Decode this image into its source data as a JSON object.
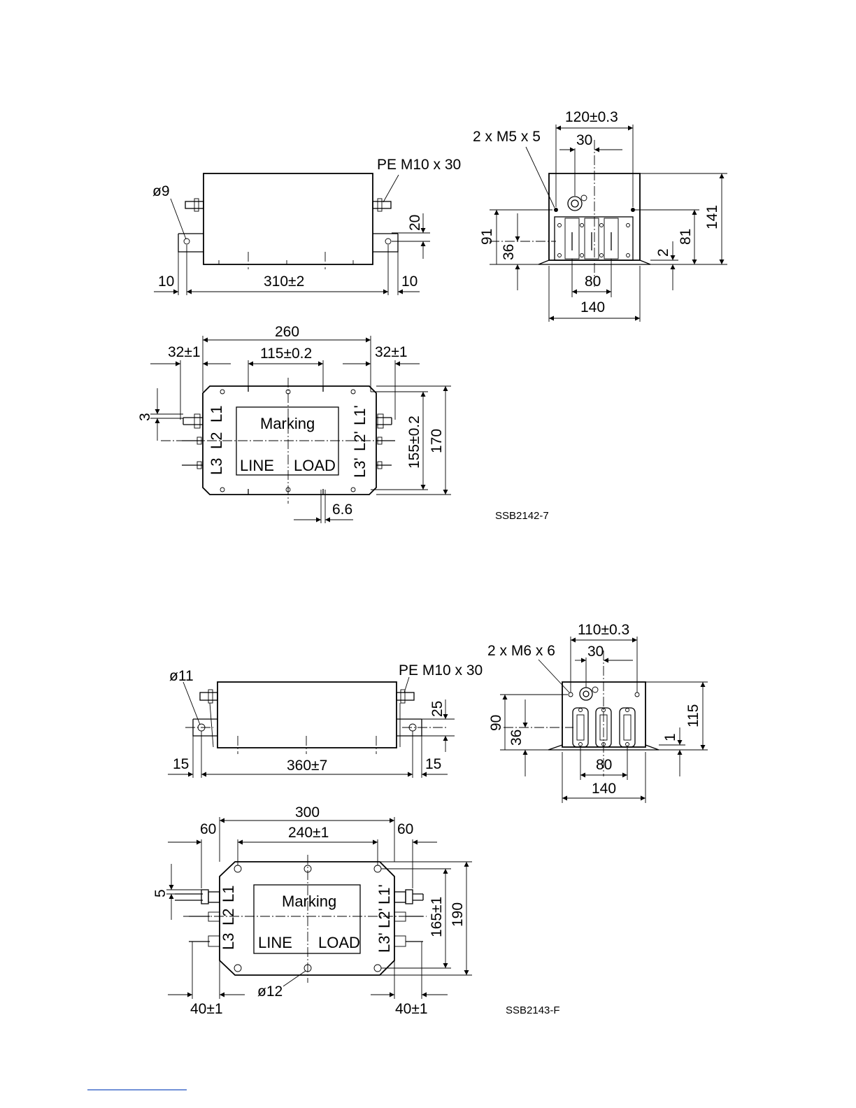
{
  "drawing1": {
    "side": {
      "hole_dia": "ø9",
      "pe_stud": "PE M10 x 30",
      "height_20": "20",
      "left_10": "10",
      "length": "310±2",
      "right_10": "10"
    },
    "end": {
      "width_tol": "120±0.3",
      "screws": "2 x M5 x 5",
      "offset_30": "30",
      "height_91": "91",
      "height_36": "36",
      "height_141": "141",
      "height_81": "81",
      "height_2": "2",
      "spacing_80": "80",
      "width_140": "140"
    },
    "top": {
      "overall_260": "260",
      "left_32": "32±1",
      "pitch_115": "115±0.2",
      "right_32": "32±1",
      "offset_3": "3",
      "width_155": "155±0.2",
      "width_170": "170",
      "slot_66": "6.6",
      "marking": "Marking",
      "line": "LINE",
      "load": "LOAD",
      "l1": "L1",
      "l2": "L2",
      "l3": "L3",
      "l1p": "L1'",
      "l2p": "L2'",
      "l3p": "L3'"
    },
    "code": "SSB2142-7"
  },
  "drawing2": {
    "side": {
      "hole_dia": "ø11",
      "pe_stud": "PE M10 x 30",
      "height_25": "25",
      "left_15": "15",
      "length": "360±7",
      "right_15": "15"
    },
    "end": {
      "width_tol": "110±0.3",
      "screws": "2 x M6 x 6",
      "offset_30": "30",
      "height_90": "90",
      "height_36": "36",
      "height_115": "115",
      "height_1": "1",
      "spacing_80": "80",
      "width_140": "140"
    },
    "top": {
      "overall_300": "300",
      "left_60": "60",
      "pitch_240": "240±1",
      "right_60": "60",
      "offset_5": "5",
      "width_165": "165±1",
      "width_190": "190",
      "hole_12": "ø12",
      "left_40": "40±1",
      "right_40": "40±1",
      "marking": "Marking",
      "line": "LINE",
      "load": "LOAD",
      "l1": "L1",
      "l2": "L2",
      "l3": "L3",
      "l1p": "L1'",
      "l2p": "L2'",
      "l3p": "L3'"
    },
    "code": "SSB2143-F"
  }
}
